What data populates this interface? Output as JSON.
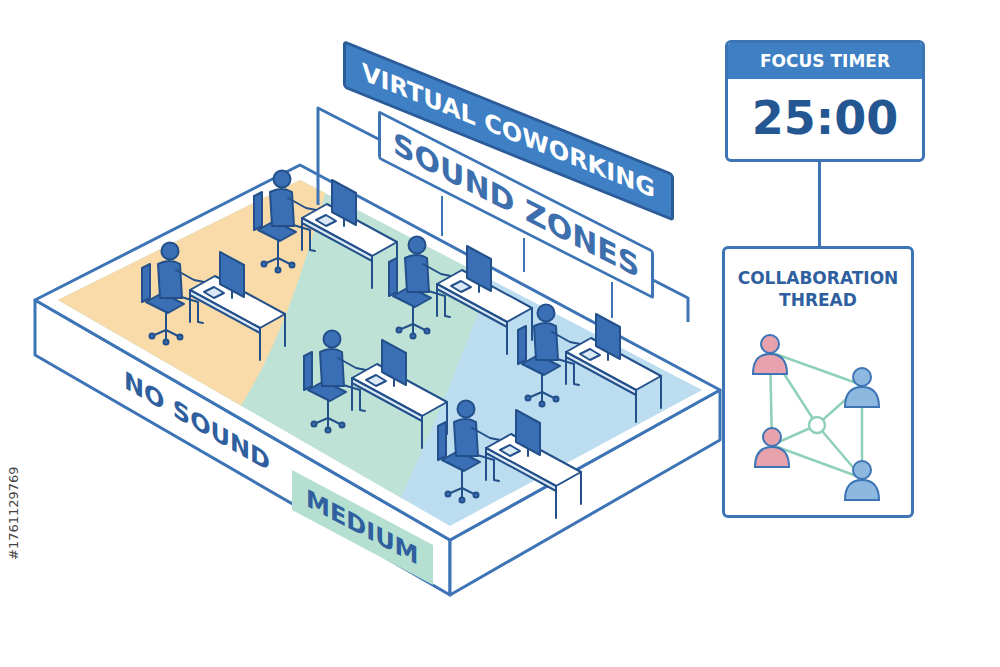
{
  "diagram": {
    "nodes": [
      {
        "text": [
          "VIRTUAL COWORKING"
        ]
      },
      {
        "text": [
          "SOUND ZONES"
        ]
      },
      {
        "text": [
          "NO SOUND"
        ]
      },
      {
        "text": [
          "MEDIUM"
        ]
      },
      {
        "text": [
          "FOCUS TIMER",
          "25:00"
        ]
      },
      {
        "text": [
          "COLLABORATION THREAD"
        ]
      }
    ],
    "edges": [
      {
        "from": 4,
        "to": 5,
        "arrow": "none"
      }
    ],
    "labels": [
      "#1761129769"
    ]
  }
}
